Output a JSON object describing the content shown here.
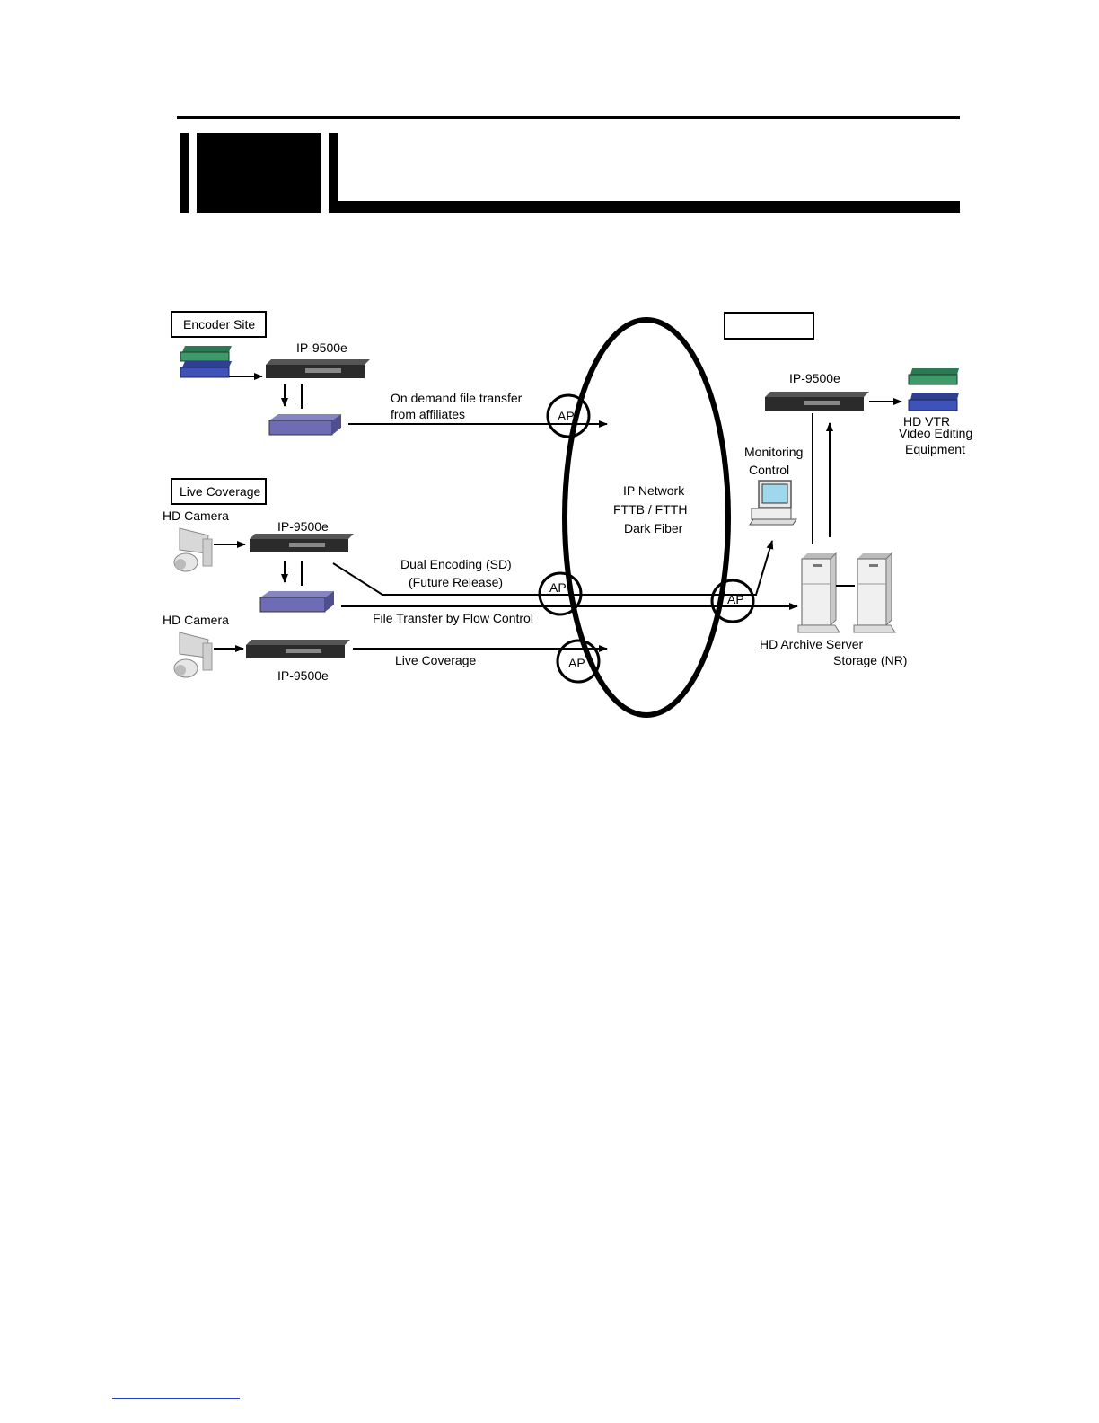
{
  "labels": {
    "encoder_site": "Encoder Site",
    "live_coverage_box": "Live Coverage",
    "ip9500e": "IP-9500e",
    "hd_camera": "HD Camera",
    "on_demand_line1": "On demand file transfer",
    "on_demand_line2": "from affiliates",
    "dual_encoding_line1": "Dual Encoding (SD)",
    "dual_encoding_line2": "(Future Release)",
    "file_transfer": "File Transfer by Flow Control",
    "live_coverage_link": "Live Coverage",
    "ap": "AP",
    "network_line1": "IP Network",
    "network_line2": "FTTB / FTTH",
    "network_line3": "Dark Fiber",
    "monitoring_line1": "Monitoring",
    "monitoring_line2": "Control",
    "hd_vtr": "HD VTR",
    "video_editing_line1": "Video Editing",
    "video_editing_line2": "Equipment",
    "hd_archive_server": "HD Archive Server",
    "storage_nr": "Storage (NR)"
  },
  "colors": {
    "green_device": "#3f9a6b",
    "blue_device": "#3f52b8",
    "purple_device": "#6d6cb4",
    "encoder_unit": "#2b2b2b",
    "monitor_screen": "#9fd8ec"
  },
  "icons": [
    "server-icon",
    "camera-icon",
    "encoder-icon",
    "computer-icon",
    "storage-device-icon"
  ]
}
